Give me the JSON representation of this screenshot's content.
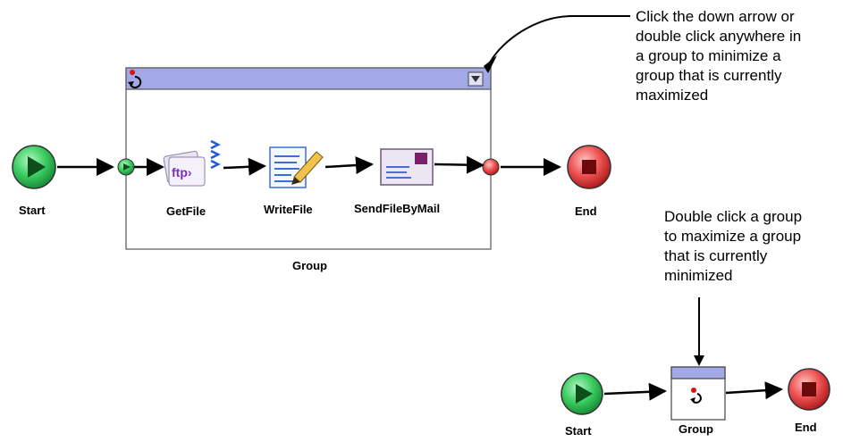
{
  "maximized_flow": {
    "start_label": "Start",
    "end_label": "End",
    "group_label": "Group",
    "activities": [
      {
        "name": "GetFile",
        "icon": "ftp-icon"
      },
      {
        "name": "WriteFile",
        "icon": "write-document-icon"
      },
      {
        "name": "SendFileByMail",
        "icon": "envelope-icon"
      }
    ],
    "ftp_icon_text": "ftp›"
  },
  "minimized_flow": {
    "start_label": "Start",
    "end_label": "End",
    "group_label": "Group"
  },
  "annotations": {
    "minimize_note": [
      "Click the down arrow or",
      "double click anywhere in",
      "a group to minimize a",
      "group that is currently",
      "maximized"
    ],
    "maximize_note": [
      "Double click a group",
      "to maximize a group",
      "that is currently",
      "minimized"
    ]
  },
  "colors": {
    "start_green": "#22c55e",
    "end_red": "#e23b3b",
    "group_header": "#a3a8e6"
  }
}
